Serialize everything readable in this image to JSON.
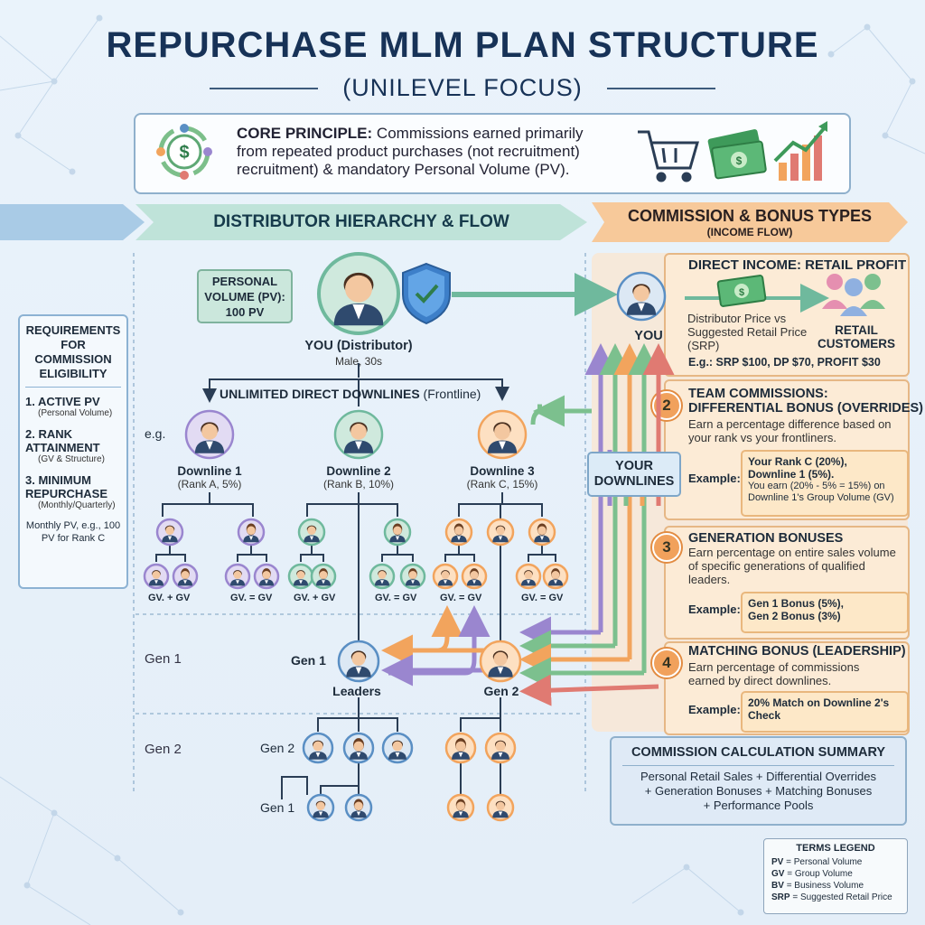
{
  "title": "REPURCHASE MLM PLAN STRUCTURE",
  "subtitle": "(UNILEVEL FOCUS)",
  "core": {
    "label": "CORE PRINCIPLE:",
    "line1": "Commissions earned primarily",
    "line2": "from repeated product purchases (not recruitment)",
    "line3": "recruitment) & mandatory Personal Volume (PV)."
  },
  "banners": {
    "hierarchy": "DISTRIBUTOR HIERARCHY & FLOW",
    "commission": "COMMISSION & BONUS TYPES",
    "commission_sub": "(INCOME FLOW)"
  },
  "requirements": {
    "title": "REQUIREMENTS FOR COMMISSION ELIGIBILITY",
    "items": [
      {
        "num": "1.",
        "title": "ACTIVE PV",
        "sub": "(Personal Volume)"
      },
      {
        "num": "2.",
        "title": "RANK ATTAINMENT",
        "sub": "(GV & Structure)"
      },
      {
        "num": "3.",
        "title": "MINIMUM REPURCHASE",
        "sub": "(Monthly/Quarterly)"
      }
    ],
    "note": "Monthly PV, e.g., 100 PV for Rank C"
  },
  "hierarchy": {
    "pv_tag": "PERSONAL VOLUME (PV): 100 PV",
    "you_label": "YOU (Distributor)",
    "you_sub": "Male, 30s",
    "frontline": "UNLIMITED DIRECT DOWNLINES",
    "frontline_sub": "(Frontline)",
    "eg": "e.g.",
    "downlines": [
      {
        "name": "Downline 1",
        "rank": "(Rank A, 5%)"
      },
      {
        "name": "Downline 2",
        "rank": "(Rank B, 10%)"
      },
      {
        "name": "Downline 3",
        "rank": "(Rank C, 15%)"
      }
    ],
    "gv_labels": [
      "GV. + GV",
      "GV. = GV",
      "GV. + GV",
      "GV. = GV",
      "GV. = GV",
      "GV. = GV"
    ],
    "gen1_left": "Gen 1",
    "gen2_left": "Gen 2",
    "gen1_node": "Gen 1",
    "leaders": "Leaders",
    "gen2_node": "Gen 2",
    "gen2_sub": "Gen 2",
    "gen1_sub": "Gen 1",
    "your_downlines": "YOUR DOWNLINES"
  },
  "commissions": {
    "direct": {
      "title": "DIRECT INCOME: RETAIL PROFIT",
      "you": "YOU",
      "text": "Distributor Price vs Suggested Retail Price (SRP)",
      "customers": "RETAIL CUSTOMERS",
      "example": "E.g.: SRP $100, DP $70, PROFIT $30"
    },
    "team": {
      "num": "2",
      "title1": "TEAM COMMISSIONS:",
      "title2": "DIFFERENTIAL BONUS (OVERRIDES)",
      "text": "Earn a percentage difference based on your rank vs your frontliners.",
      "ex_label": "Example:",
      "ex_line1": "Your Rank C (20%),",
      "ex_line2": "Downline 1 (5%).",
      "ex_line3": "You earn (20% - 5% = 15%) on Downline 1's Group Volume (GV)"
    },
    "generation": {
      "num": "3",
      "title": "GENERATION BONUSES",
      "text": "Earn percentage on entire sales volume of specific generations of qualified leaders.",
      "ex_label": "Example:",
      "ex_line1": "Gen 1 Bonus (5%),",
      "ex_line2": "Gen 2 Bonus (3%)"
    },
    "matching": {
      "num": "4",
      "title": "MATCHING BONUS (LEADERSHIP)",
      "text": "Earn percentage of commissions earned by direct downlines.",
      "ex_label": "Example:",
      "ex_line1": "20% Match on Downline 2's",
      "ex_line2": "Check"
    }
  },
  "summary": {
    "title": "COMMISSION CALCULATION SUMMARY",
    "line1": "Personal Retail Sales + Differential Overrides",
    "line2": "+ Generation Bonuses + Matching Bonuses",
    "line3": "+ Performance Pools"
  },
  "legend": {
    "title": "TERMS LEGEND",
    "items": [
      {
        "k": "PV",
        "v": "= Personal Volume"
      },
      {
        "k": "GV",
        "v": "= Group Volume"
      },
      {
        "k": "BV",
        "v": "= Business Volume"
      },
      {
        "k": "SRP",
        "v": "= Suggested Retail Price"
      }
    ]
  },
  "icons": [
    "cycle-dollar-icon",
    "shopping-cart-icon",
    "cash-icon",
    "growth-chart-icon",
    "shield-check-icon",
    "person-avatar-icon",
    "retail-customers-icon"
  ],
  "colors": {
    "title": "#173257",
    "teal": "#7fc6ae",
    "orange": "#f2a45d",
    "purple": "#9a86cf",
    "green": "#7cc08e",
    "red": "#e07a72",
    "blue": "#5a8fc4"
  }
}
